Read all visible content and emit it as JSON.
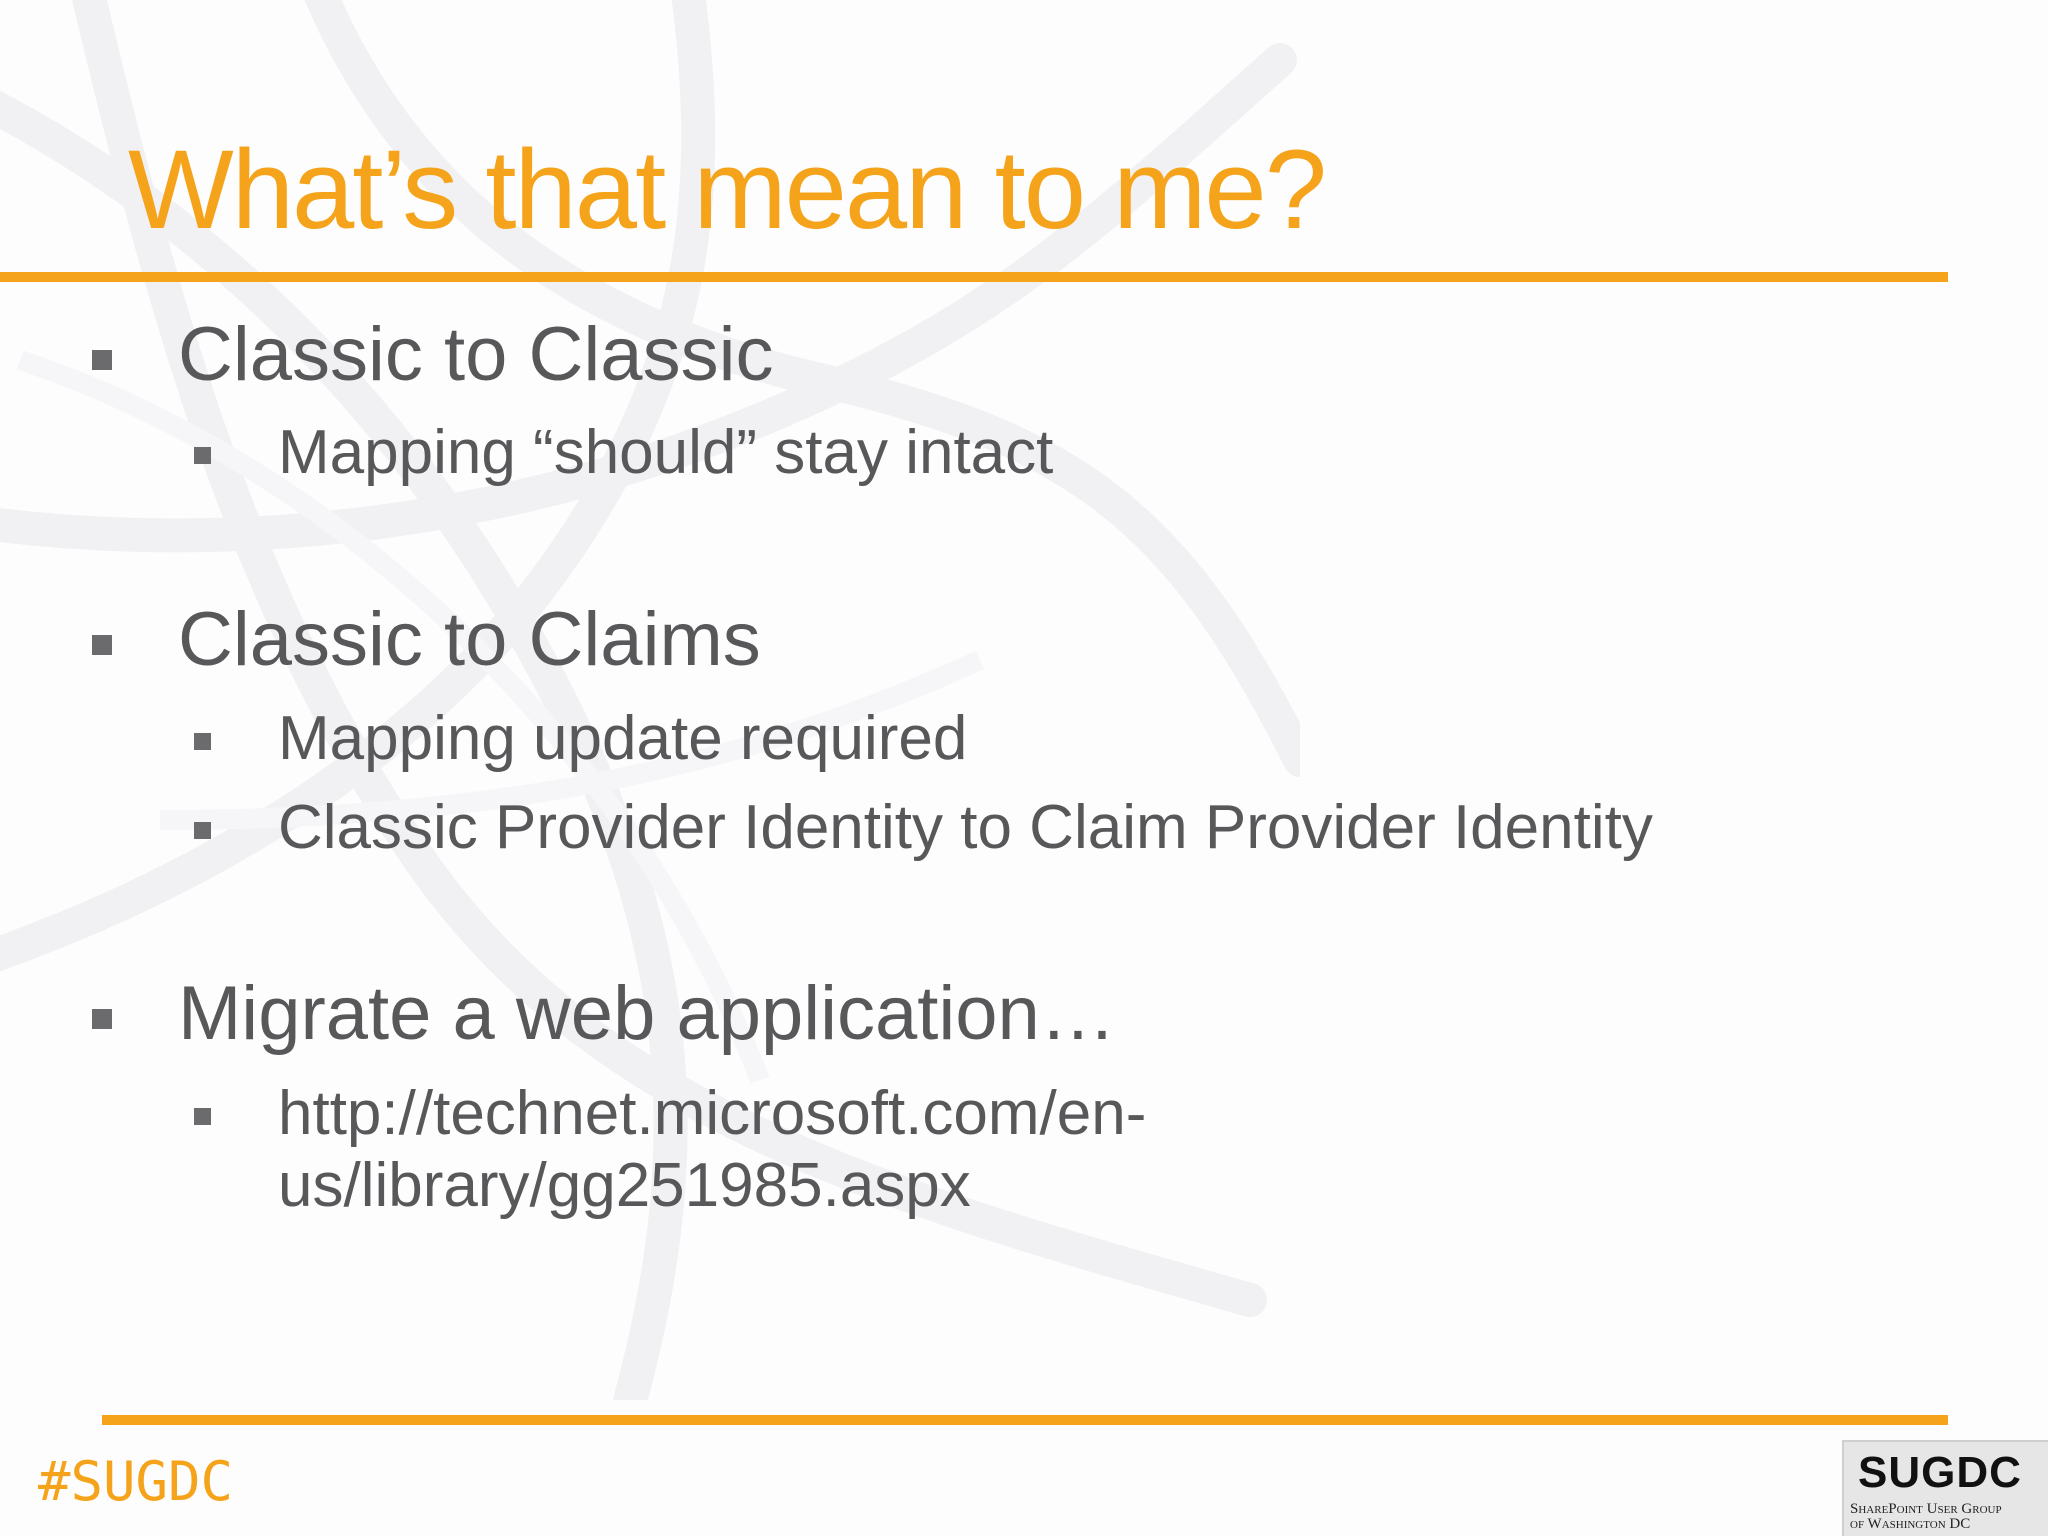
{
  "slide": {
    "title": "What’s that mean to me?",
    "sections": [
      {
        "heading": "Classic to Classic",
        "items": [
          "Mapping “should” stay intact"
        ]
      },
      {
        "heading": "Classic to Claims",
        "items": [
          "Mapping update required",
          "Classic Provider Identity to Claim Provider Identity"
        ]
      },
      {
        "heading": "Migrate a web application…",
        "items": [
          "http://technet.microsoft.com/en-",
          "us/library/gg251985.aspx"
        ]
      }
    ]
  },
  "footer": {
    "hashtag": "#SUGDC",
    "logo_main": "SUGDC",
    "logo_line1": "SharePoint User Group",
    "logo_line2": "of Washington DC"
  },
  "colors": {
    "accent": "#f5a31a",
    "text": "#58585a",
    "bullet": "#6b6b6d"
  }
}
